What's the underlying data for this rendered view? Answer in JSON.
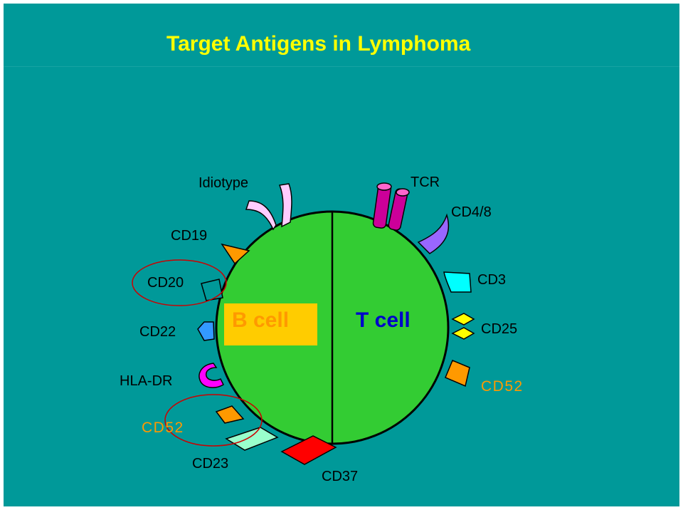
{
  "title": "Target Antigens in Lymphoma",
  "cells": {
    "b_cell": "B cell",
    "t_cell": "T cell"
  },
  "antigens": {
    "idiotype": "Idiotype",
    "tcr": "TCR",
    "cd4_8": "CD4/8",
    "cd19": "CD19",
    "cd20": "CD20",
    "cd3": "CD3",
    "cd22": "CD22",
    "cd25": "CD25",
    "hla_dr": "HLA-DR",
    "cd52_right": "CD52",
    "cd52_left": "CD52",
    "cd23": "CD23",
    "cd37": "CD37"
  },
  "colors": {
    "background": "#009999",
    "title": "#ffff00",
    "cell": "#33cc33",
    "b_cell_box": "#ffcc00",
    "b_cell_text": "#ff9900",
    "t_cell_text": "#0000cc",
    "highlight_ring": "#cc0000"
  }
}
